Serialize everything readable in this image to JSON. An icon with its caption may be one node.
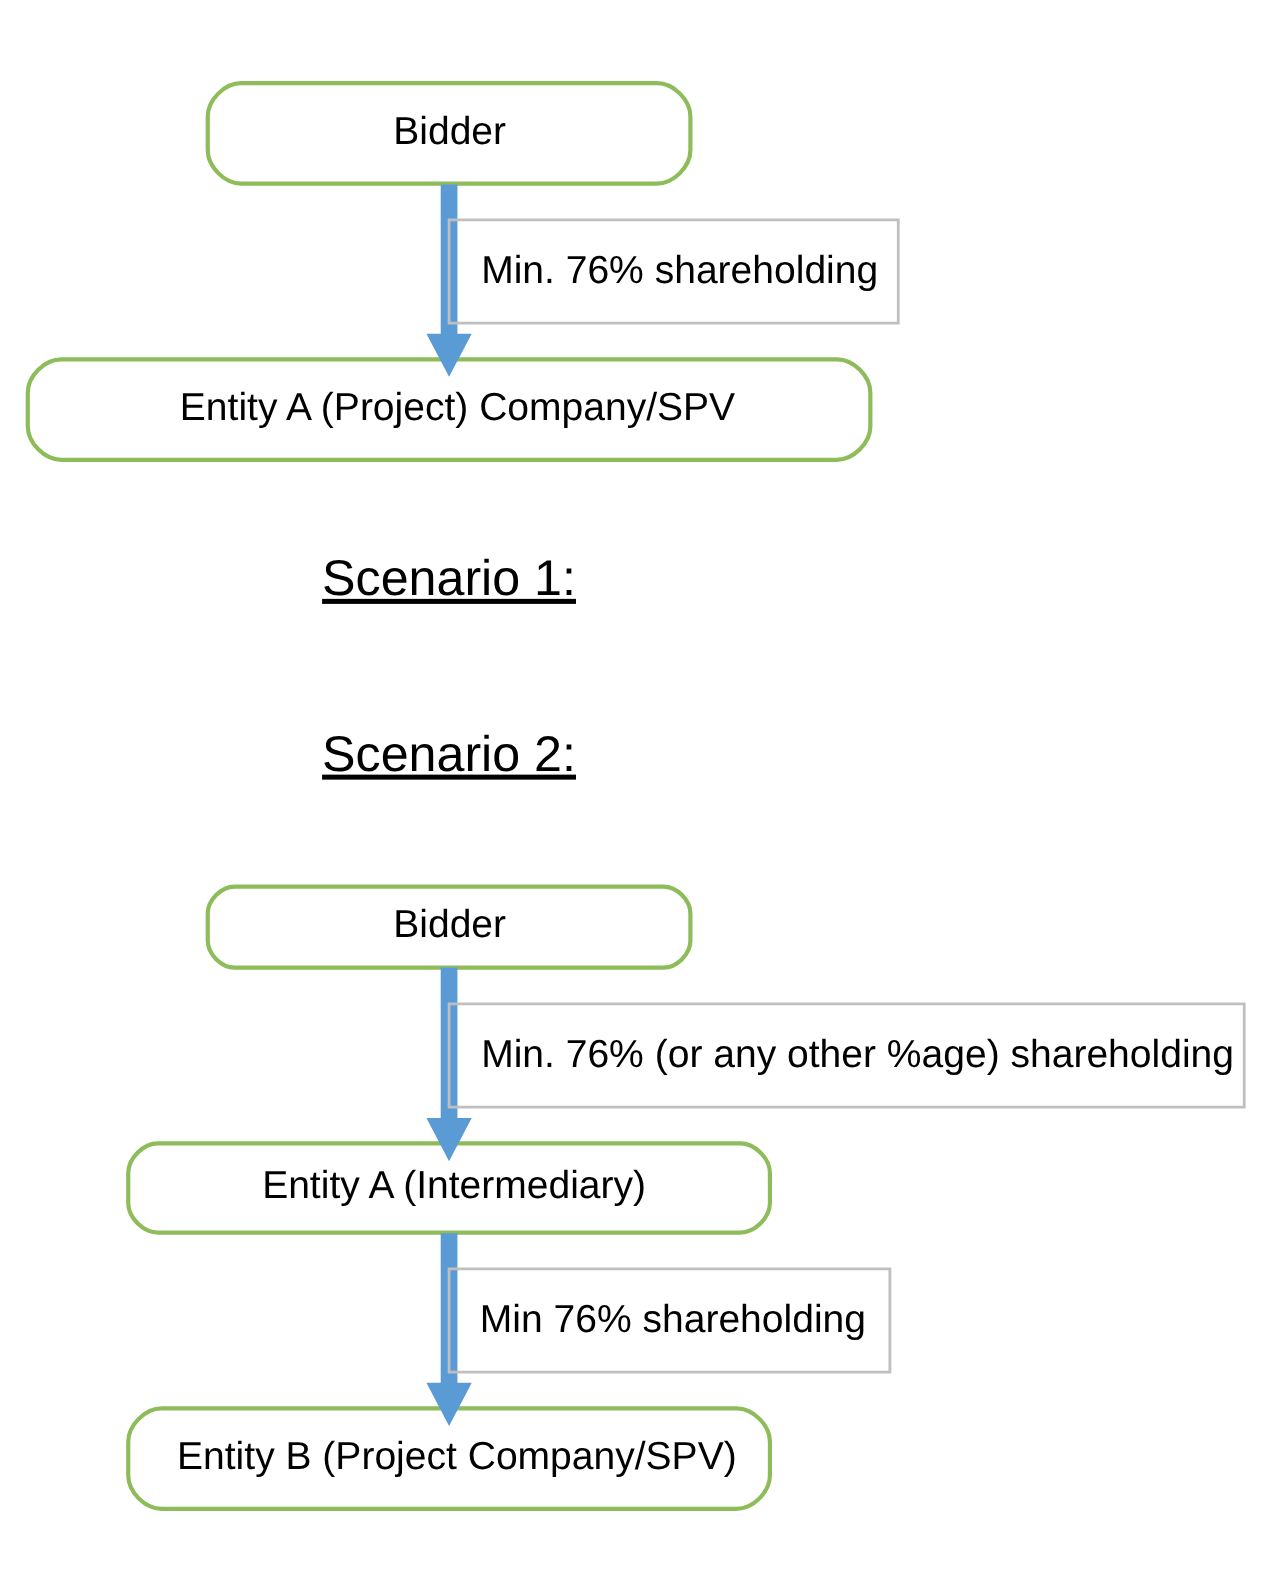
{
  "diagram": {
    "nodes": [
      {
        "text": [
          "Bidder"
        ]
      },
      {
        "text": [
          "Entity A (Project) Company/SPV"
        ]
      },
      {
        "text": [
          "Bidder"
        ]
      },
      {
        "text": [
          "Entity A (Intermediary)"
        ]
      },
      {
        "text": [
          "Entity B (Project Company/SPV)"
        ]
      }
    ],
    "edges": [
      {
        "from": 0,
        "to": 1,
        "arrow": "to",
        "label": "Min. 76% shareholding"
      },
      {
        "from": 2,
        "to": 3,
        "arrow": "to",
        "label": "Min. 76% (or any other %age) shareholding"
      },
      {
        "from": 3,
        "to": 4,
        "arrow": "to",
        "label": "Min 76% shareholding"
      }
    ],
    "labels": [
      "Scenario 1:",
      "Scenario 2:"
    ]
  }
}
